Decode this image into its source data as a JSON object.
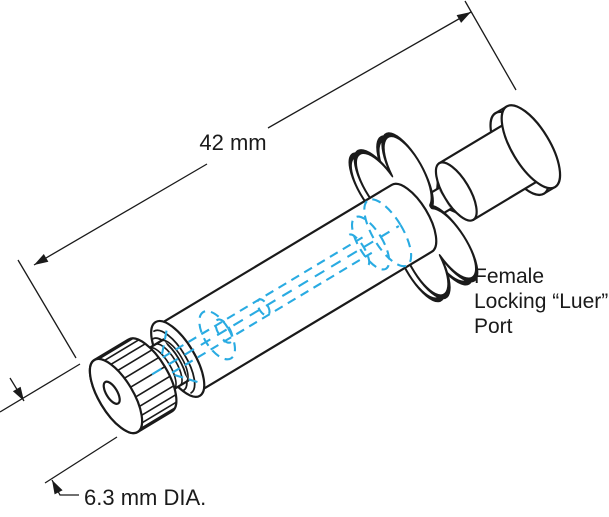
{
  "diagram": {
    "dimensions": {
      "length": "42 mm",
      "diameter": "6.3 mm DIA."
    },
    "labels": {
      "port_line1": "Female",
      "port_line2": "Locking “Luer”",
      "port_line3": "Port"
    },
    "colors": {
      "outline": "#1a1a1a",
      "hidden_detail": "#29abe2",
      "background": "#ffffff"
    }
  }
}
